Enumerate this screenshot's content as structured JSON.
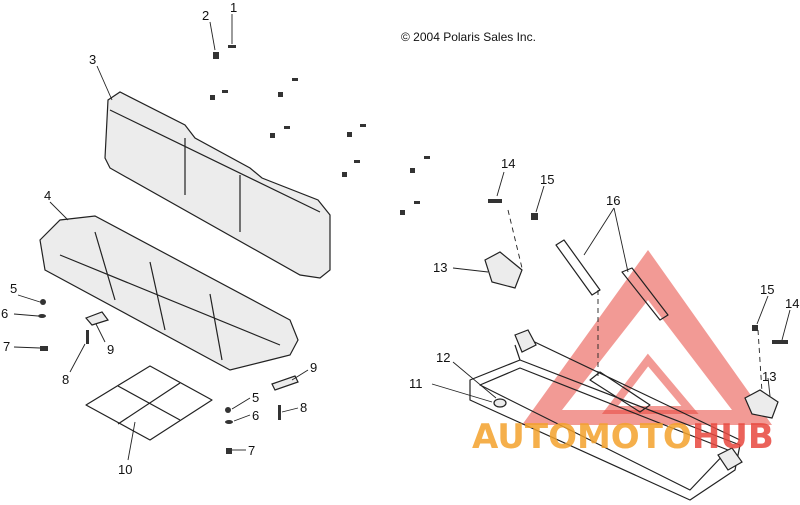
{
  "copyright": "© 2004 Polaris Sales Inc.",
  "watermark": {
    "part1": "AUTOMOTO",
    "part2": "HUB",
    "color1": "#f4a22c",
    "color2": "#e8473e",
    "triangle_color": "#e8473e"
  },
  "callouts": {
    "c1": "1",
    "c2": "2",
    "c3": "3",
    "c4": "4",
    "c5": "5",
    "c6": "6",
    "c7": "7",
    "c8": "8",
    "c9": "9",
    "c10": "10",
    "c5b": "5",
    "c6b": "6",
    "c7b": "7",
    "c8b": "8",
    "c9b": "9",
    "c11": "11",
    "c12": "12",
    "c13": "13",
    "c14": "14",
    "c15": "15",
    "c16": "16",
    "c13b": "13",
    "c14b": "14",
    "c15b": "15"
  }
}
